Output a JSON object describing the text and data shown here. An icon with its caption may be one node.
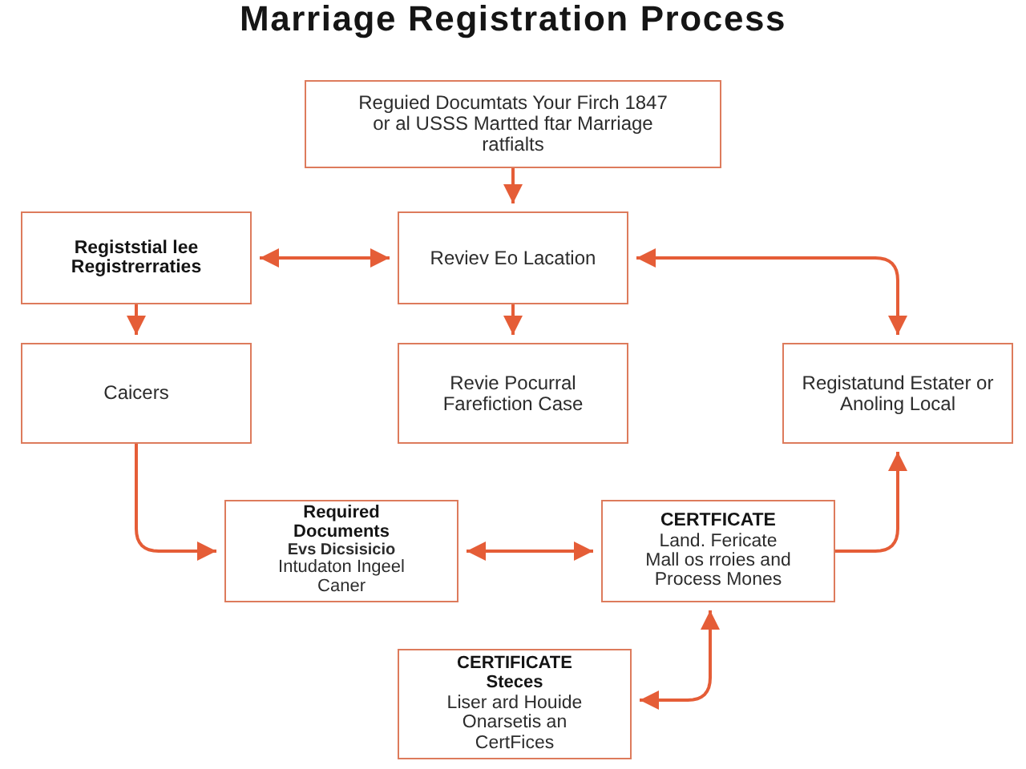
{
  "diagram": {
    "title": "Marriage Registration Process",
    "nodes": [
      {
        "text": [
          "Reguied Documtats Your Firch 1847 or al USSS Martted ftar Marriage ratfialts"
        ]
      },
      {
        "text": [
          "Registstial lee Registrerraties"
        ]
      },
      {
        "text": [
          "Reviev Eo Lacation"
        ]
      },
      {
        "text": [
          "Caicers"
        ]
      },
      {
        "text": [
          "Revie Pocurral Farefiction Case"
        ]
      },
      {
        "text": [
          "Registatund Estater or Anoling Local"
        ]
      },
      {
        "text": [
          "Required Documents",
          "Evs Dicsisicio",
          "Intudaton Ingeel Caner"
        ]
      },
      {
        "text": [
          "CERTFICATE",
          "Land. Fericate Mall os rroies and Process Mones"
        ]
      },
      {
        "text": [
          "CERTIFICATE Steces",
          "Liser ard Houide Onarsetis an CertFices"
        ]
      }
    ],
    "edges": [
      {
        "from": 0,
        "to": 2,
        "arrow": "to"
      },
      {
        "from": 1,
        "to": 2,
        "arrow": "both"
      },
      {
        "from": 2,
        "to": 5,
        "arrow": "both"
      },
      {
        "from": 1,
        "to": 3,
        "arrow": "to"
      },
      {
        "from": 2,
        "to": 4,
        "arrow": "to"
      },
      {
        "from": 3,
        "to": 6,
        "arrow": "to"
      },
      {
        "from": 6,
        "to": 7,
        "arrow": "both"
      },
      {
        "from": 7,
        "to": 5,
        "arrow": "to"
      },
      {
        "from": 7,
        "to": 8,
        "arrow": "both"
      }
    ]
  }
}
